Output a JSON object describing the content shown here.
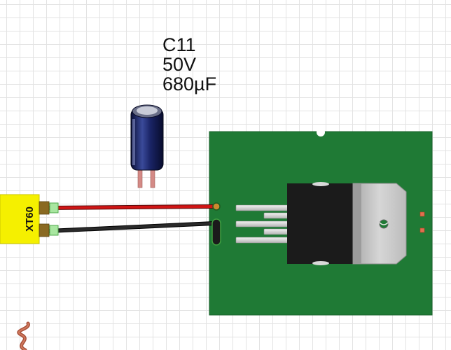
{
  "capacitor": {
    "ref": "C11",
    "voltage": "50V",
    "capacitance": "680µF"
  },
  "connector": {
    "label": "XT60"
  },
  "colors": {
    "pcb": "#1f7a35",
    "connector": "#f5f000",
    "wire_positive": "#d01515",
    "wire_negative": "#1e1e1e",
    "capacitor_body": "#151c55",
    "heatsink": "#c8c8c8"
  }
}
